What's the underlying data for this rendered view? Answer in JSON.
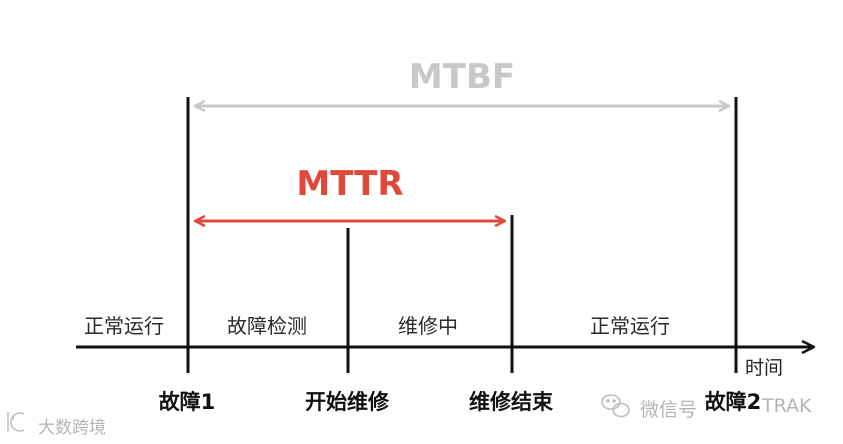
{
  "metrics": {
    "mtbf": {
      "label": "MTBF",
      "color": "#c8c8c8"
    },
    "mttr": {
      "label": "MTTR",
      "color": "#e0483a"
    }
  },
  "phases": {
    "normal_1": "正常运行",
    "detection": "故障检测",
    "repair": "维修中",
    "normal_2": "正常运行"
  },
  "events": {
    "failure_1": "故障1",
    "repair_start": "开始维修",
    "repair_end": "维修结束",
    "failure_2": "故障2"
  },
  "axis": {
    "unit": "时间"
  },
  "watermarks": {
    "left": "大数跨境",
    "right": "微信号",
    "right_suffix": "TRAK"
  }
}
